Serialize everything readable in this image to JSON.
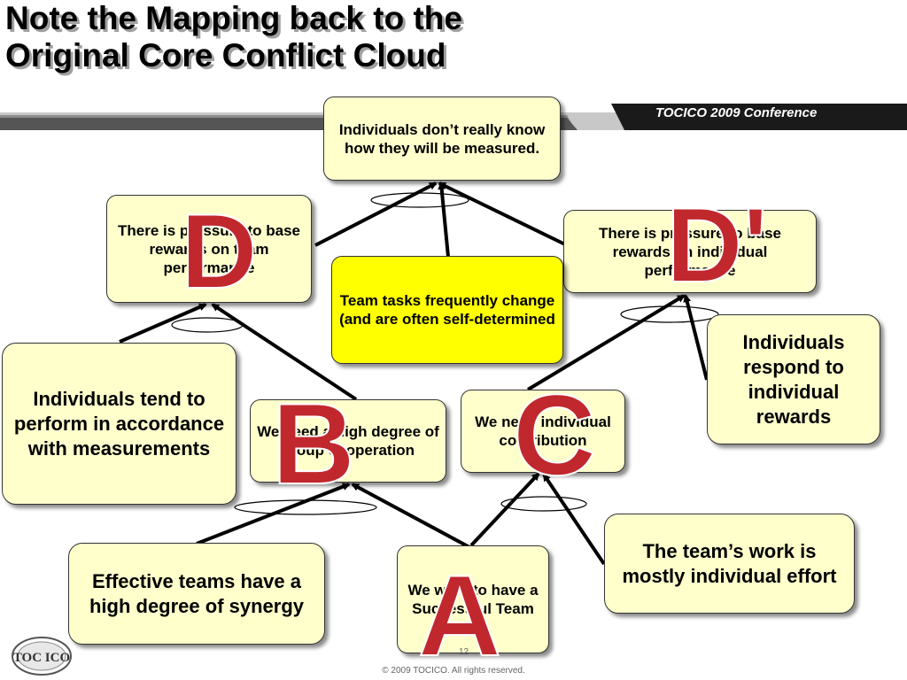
{
  "slide": {
    "title_line1": "Note the Mapping back to the",
    "title_line2": "Original Core Conflict Cloud",
    "conference": "TOCICO 2009 Conference",
    "page_number": "12",
    "copyright": "© 2009 TOCICO. All rights reserved.",
    "logo_text": "TOC ICO"
  },
  "nodes": {
    "top": "Individuals don’t really know how they will be measured.",
    "team_pressure": "There is pressure to base rewards on team performance",
    "individual_pressure": "There is pressure to base rewards on individual performance",
    "team_tasks": "Team tasks frequently change (and are often self-determined",
    "individuals_tend": "Individuals tend to perform in accordance with measurements",
    "individuals_respond": "Individuals respond to individual rewards",
    "group_cooperation": "We need a high degree of group cooperation",
    "individual_contribution": "We need individual contribution",
    "effective_teams": "Effective teams have a high degree of synergy",
    "teams_work": "The team’s work is mostly individual effort",
    "successful_team": "We want to have a Successful Team"
  },
  "labels": {
    "A": "A",
    "B": "B",
    "C": "C",
    "D": "D",
    "D_prime": "D'"
  },
  "colors": {
    "box_fill": "#ffffcc",
    "highlight_fill": "#ffff00",
    "letter_red": "#c0282e",
    "bar_dark": "#1a1a1a"
  }
}
